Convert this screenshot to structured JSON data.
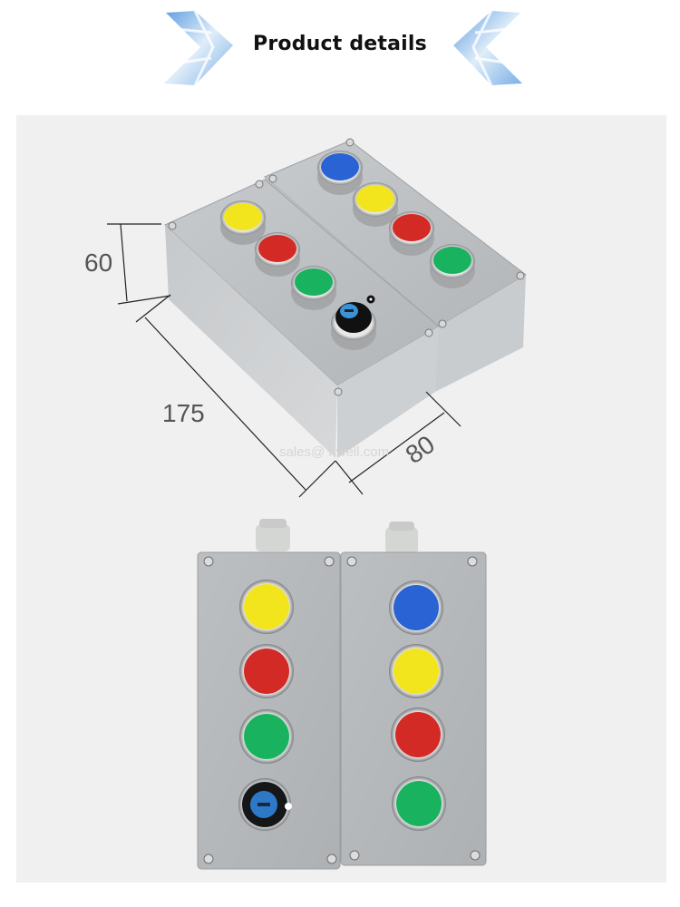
{
  "header": {
    "title": "Product details",
    "left_icon": "chevron-right-decorative-icon",
    "right_icon": "chevron-left-decorative-icon",
    "accent_color": "#5b9be0"
  },
  "figure_top": {
    "description": "Two grey enclosure push-button stations shown in perspective with dimensions",
    "dimensions": {
      "height": "60",
      "length": "175",
      "width": "80"
    },
    "watermark": "sales@   nwell.com",
    "left_box": {
      "buttons": [
        "yellow",
        "red",
        "green",
        "key-selector"
      ]
    },
    "right_box": {
      "buttons": [
        "blue",
        "yellow",
        "red",
        "green"
      ]
    }
  },
  "figure_bottom": {
    "description": "Front view of the two push-button stations",
    "left_box": {
      "buttons": [
        "yellow",
        "red",
        "green",
        "key-selector"
      ]
    },
    "right_box": {
      "buttons": [
        "blue",
        "yellow",
        "red",
        "green"
      ]
    }
  },
  "colors": {
    "yellow": "#f2e51e",
    "red": "#d42a25",
    "green": "#19b25f",
    "blue": "#2a63d4",
    "enclosure": "#b9bcbf",
    "panel_bg": "#f0f0f0"
  }
}
